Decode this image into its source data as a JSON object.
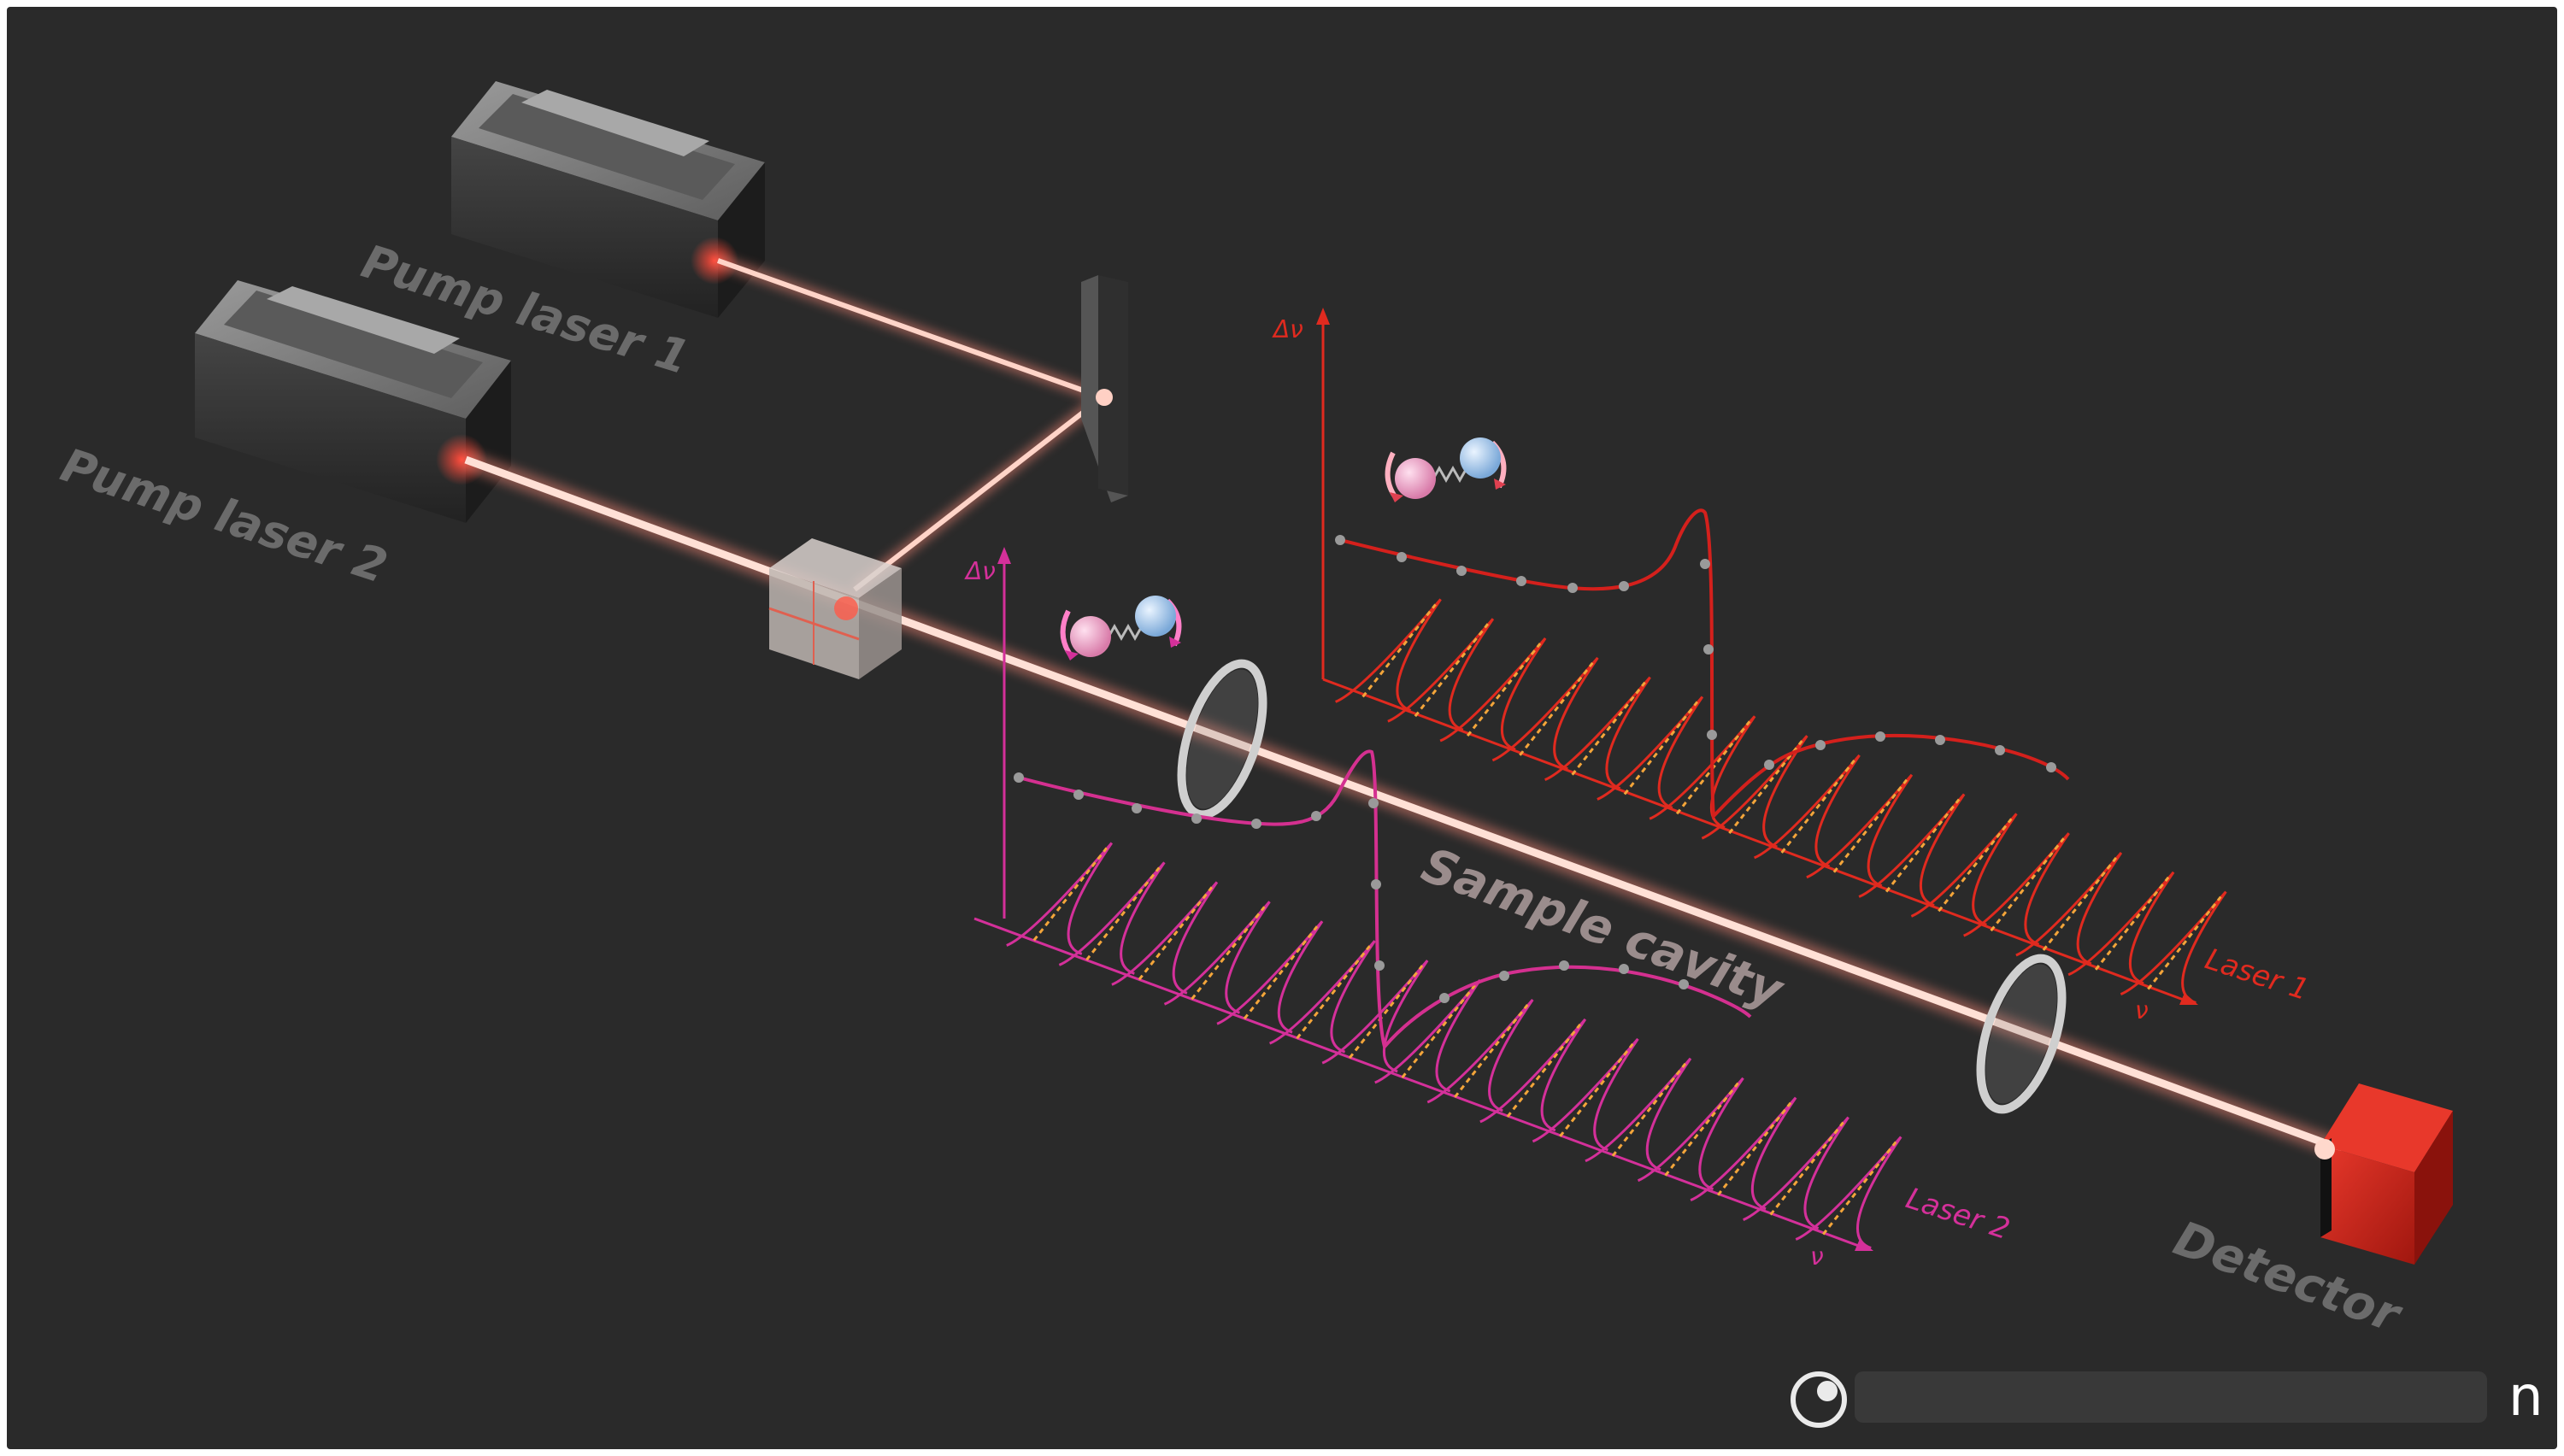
{
  "labels": {
    "pump_laser_1": "Pump laser 1",
    "pump_laser_2": "Pump laser 2",
    "sample_cavity": "Sample cavity",
    "detector": "Detector",
    "laser_1": "Laser 1",
    "laser_2": "Laser 2",
    "delta_nu": "Δν",
    "nu": "ν",
    "watermark_tail": "n"
  },
  "colors": {
    "background": "#2a2a2a",
    "frame": "#ffffff",
    "beam": "#ffb8a8",
    "beam_core": "#ffe6dd",
    "plot1_axis": "#e02a1f",
    "plot1_curve": "#d4201c",
    "plot2_axis": "#d4309a",
    "plot2_curve": "#d43090",
    "comb_gold": "#f3a53a",
    "comb_dash": "#f7c24a",
    "label_grey": "#6b6b6b",
    "detector_red": "#c8241c",
    "laser_body": "#3a3a3a",
    "laser_top": "#7a7a7a"
  },
  "icons": [
    "molecule-vibration-icon",
    "watermark-logo-icon"
  ]
}
